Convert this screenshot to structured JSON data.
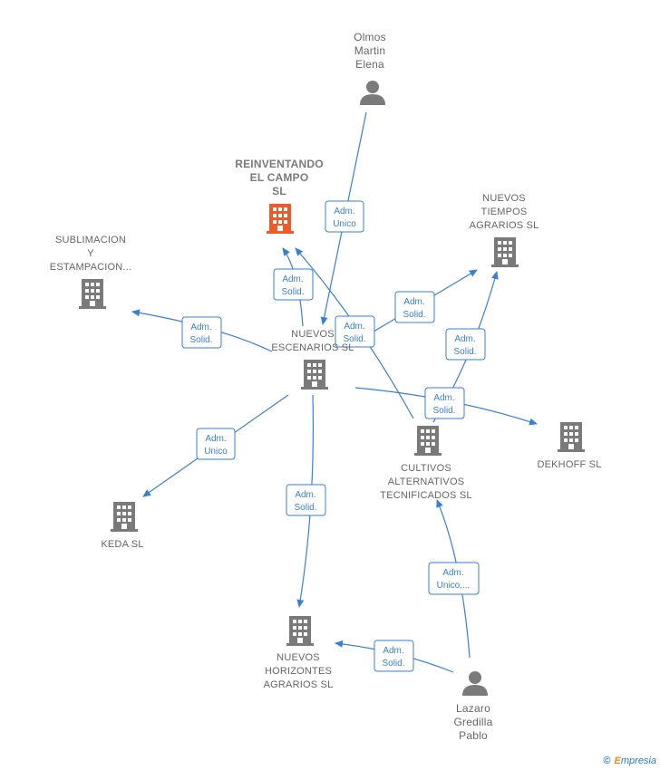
{
  "nodes": {
    "olmos": {
      "lines": [
        "Olmos",
        "Martin",
        "Elena"
      ],
      "kind": "person"
    },
    "reinventando": {
      "lines": [
        "REINVENTANDO",
        "EL CAMPO",
        "SL"
      ],
      "kind": "main"
    },
    "nuevos_tiempos": {
      "lines": [
        "NUEVOS",
        "TIEMPOS",
        "AGRARIOS  SL"
      ],
      "kind": "company"
    },
    "sublimacion": {
      "lines": [
        "SUBLIMACION",
        "Y",
        "ESTAMPACION..."
      ],
      "kind": "company"
    },
    "nuevos_escenarios": {
      "lines": [
        "NUEVOS",
        "ESCENARIOS SL"
      ],
      "kind": "company"
    },
    "dekhoff": {
      "lines": [
        "DEKHOFF  SL"
      ],
      "kind": "company"
    },
    "cultivos": {
      "lines": [
        "CULTIVOS",
        "ALTERNATIVOS",
        "TECNIFICADOS SL"
      ],
      "kind": "company"
    },
    "keda": {
      "lines": [
        "KEDA SL"
      ],
      "kind": "company"
    },
    "nuevos_horizontes": {
      "lines": [
        "NUEVOS",
        "HORIZONTES",
        "AGRARIOS  SL"
      ],
      "kind": "company"
    },
    "lazaro": {
      "lines": [
        "Lazaro",
        "Gredilla",
        "Pablo"
      ],
      "kind": "person"
    }
  },
  "relations": [
    {
      "lines": [
        "Adm.",
        "Unico"
      ]
    },
    {
      "lines": [
        "Adm.",
        "Solid."
      ]
    },
    {
      "lines": [
        "Adm.",
        "Solid."
      ]
    },
    {
      "lines": [
        "Adm.",
        "Solid."
      ]
    },
    {
      "lines": [
        "Adm.",
        "Solid."
      ]
    },
    {
      "lines": [
        "Adm.",
        "Solid."
      ]
    },
    {
      "lines": [
        "Adm.",
        "Solid."
      ]
    },
    {
      "lines": [
        "Adm.",
        "Unico"
      ]
    },
    {
      "lines": [
        "Adm.",
        "Solid."
      ]
    },
    {
      "lines": [
        "Adm.",
        "Unico,..."
      ]
    },
    {
      "lines": [
        "Adm.",
        "Solid."
      ]
    }
  ],
  "colors": {
    "main": "#f05a28",
    "company": "#7a7a7a",
    "person": "#7a7a7a",
    "edge": "#3a7fd6"
  },
  "footer": {
    "copyright": "©",
    "brand_initial": "E",
    "brand_rest": "mpresia"
  }
}
